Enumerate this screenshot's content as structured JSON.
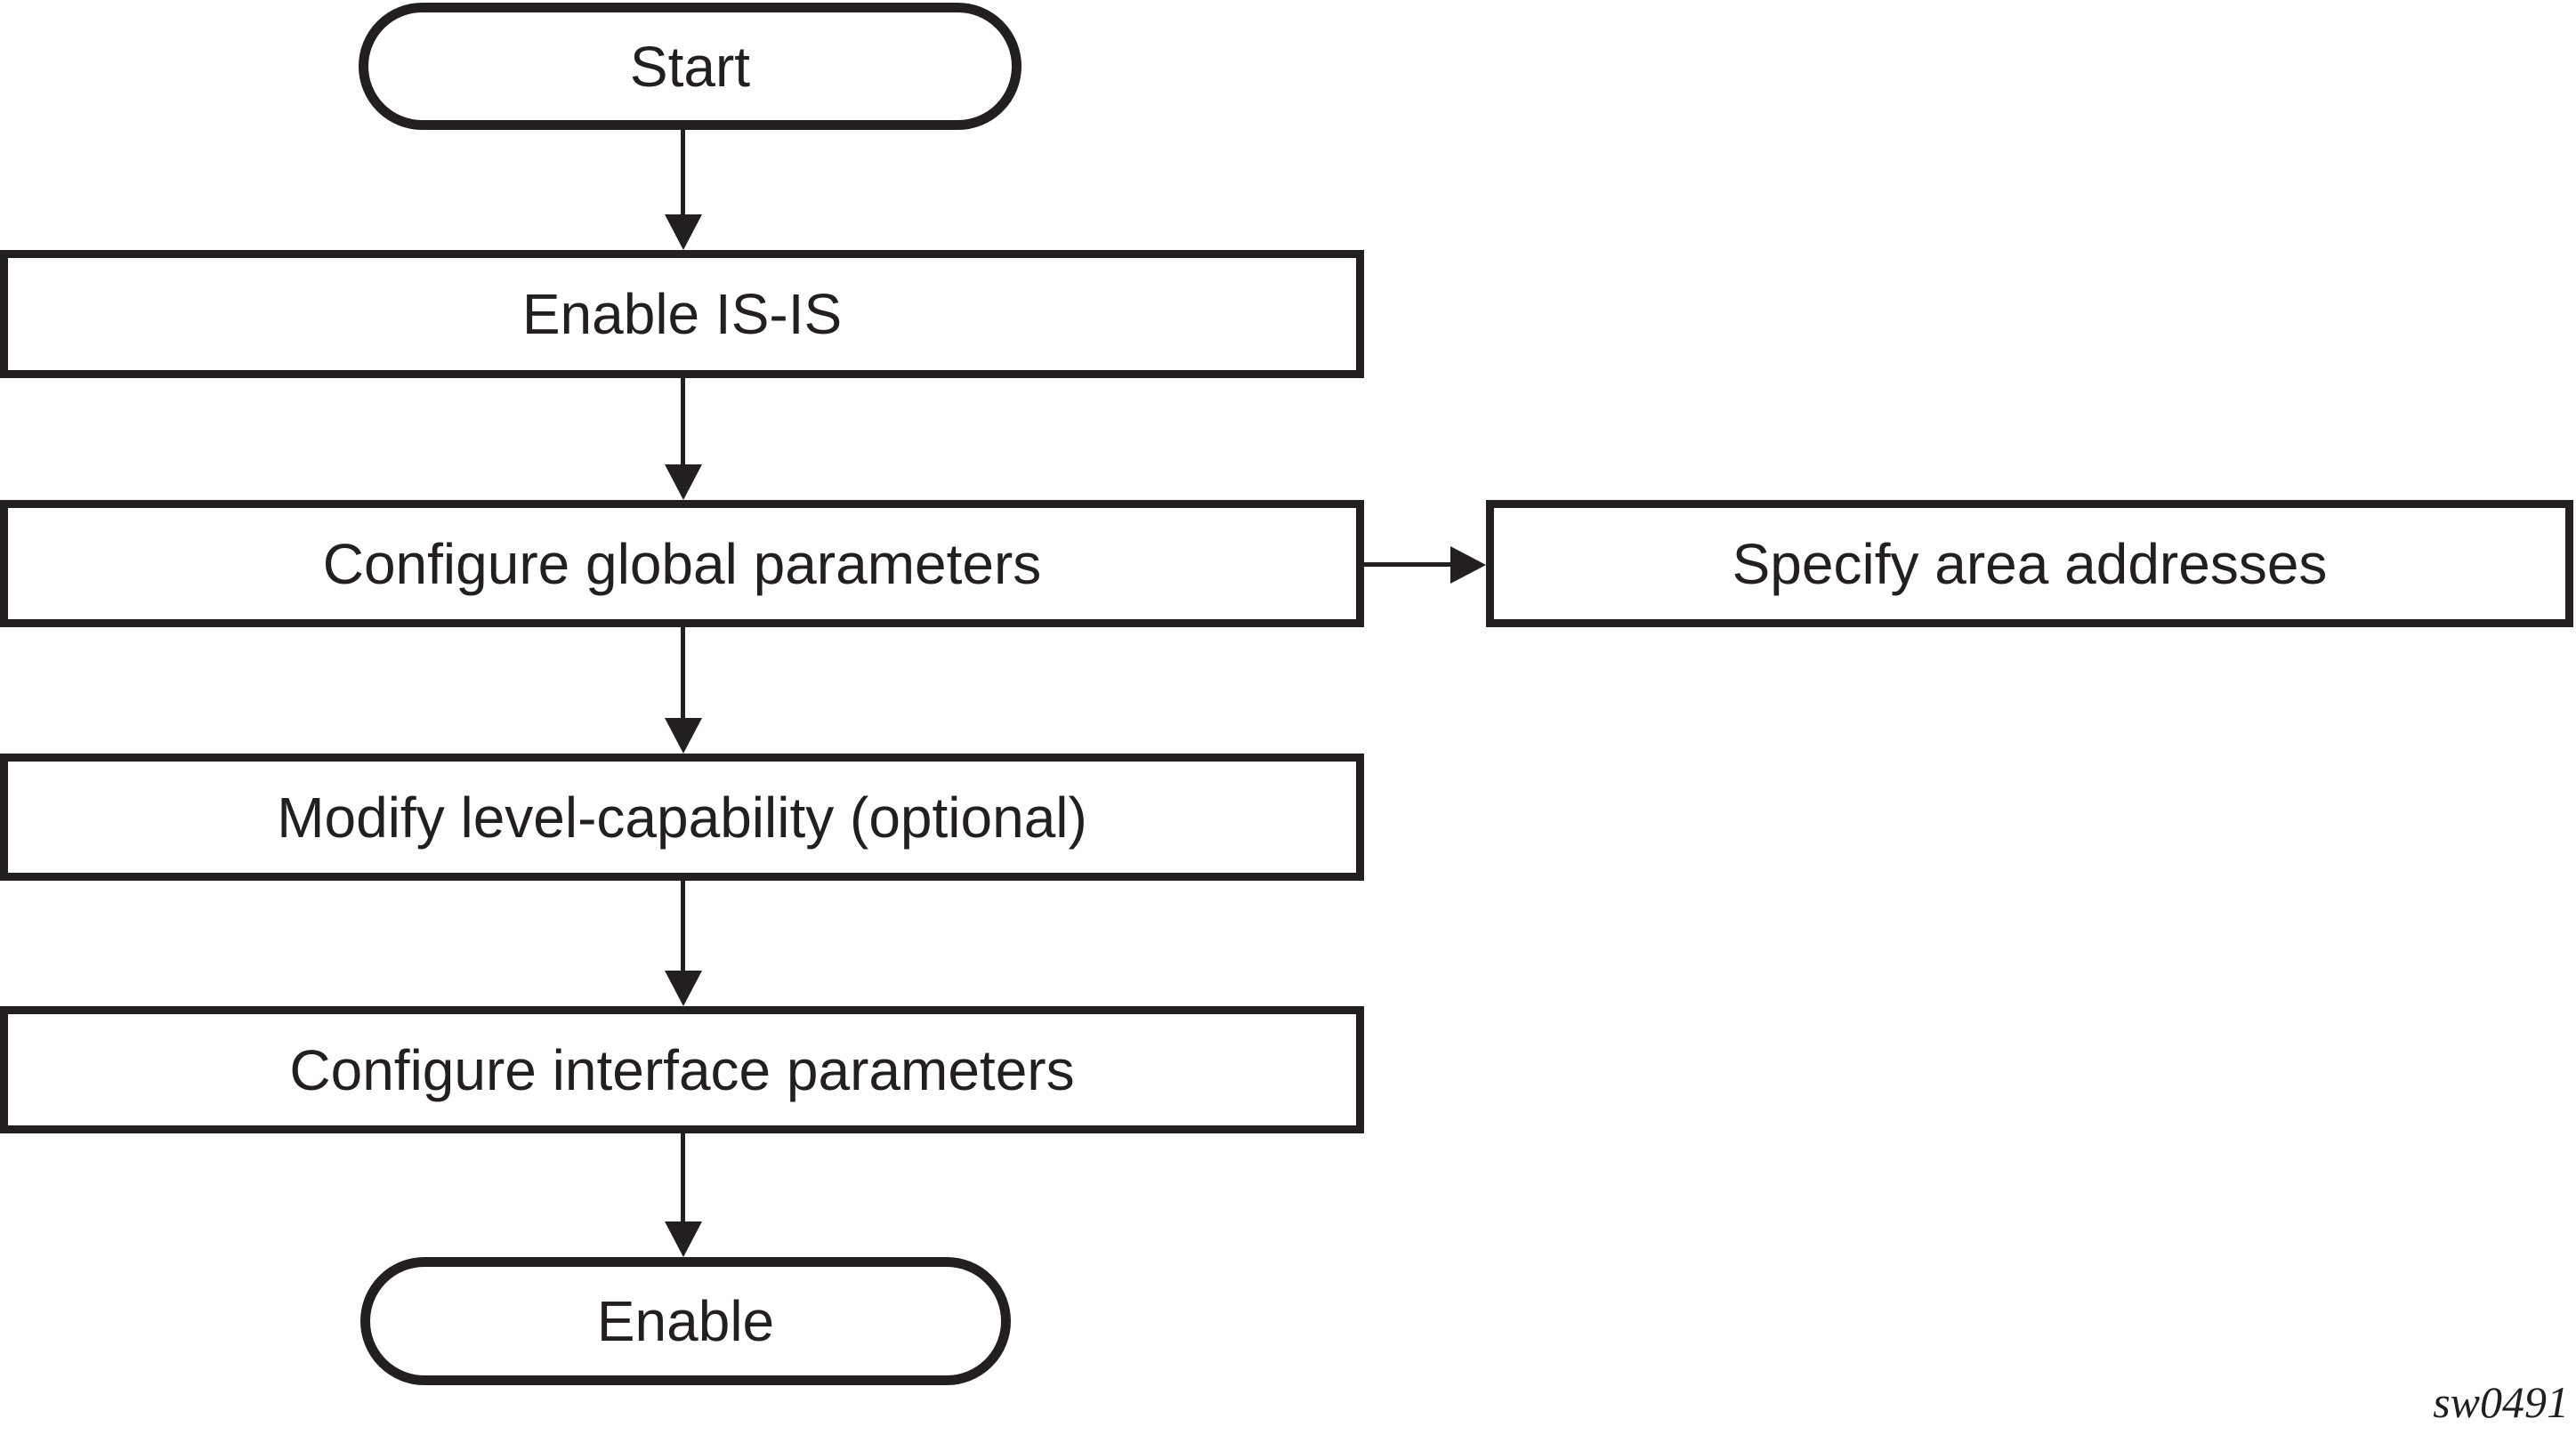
{
  "diagram": {
    "title_hint": "IS-IS configuration flowchart",
    "colors": {
      "ink": "#231F20",
      "background": "#FFFFFF"
    },
    "nodes": {
      "start": {
        "label": "Start",
        "shape": "stadium"
      },
      "enable_isis": {
        "label": "Enable IS-IS",
        "shape": "rect"
      },
      "configure_global": {
        "label": "Configure global parameters",
        "shape": "rect"
      },
      "specify_area": {
        "label": "Specify area addresses",
        "shape": "rect"
      },
      "modify_level": {
        "label": "Modify level-capability (optional)",
        "shape": "rect"
      },
      "configure_interface": {
        "label": "Configure interface parameters",
        "shape": "rect"
      },
      "enable": {
        "label": "Enable",
        "shape": "stadium"
      }
    },
    "edges": [
      {
        "from": "start",
        "to": "enable_isis",
        "direction": "down"
      },
      {
        "from": "enable_isis",
        "to": "configure_global",
        "direction": "down"
      },
      {
        "from": "configure_global",
        "to": "specify_area",
        "direction": "right"
      },
      {
        "from": "configure_global",
        "to": "modify_level",
        "direction": "down"
      },
      {
        "from": "modify_level",
        "to": "configure_interface",
        "direction": "down"
      },
      {
        "from": "configure_interface",
        "to": "enable",
        "direction": "down"
      }
    ],
    "watermark": "sw0491"
  }
}
